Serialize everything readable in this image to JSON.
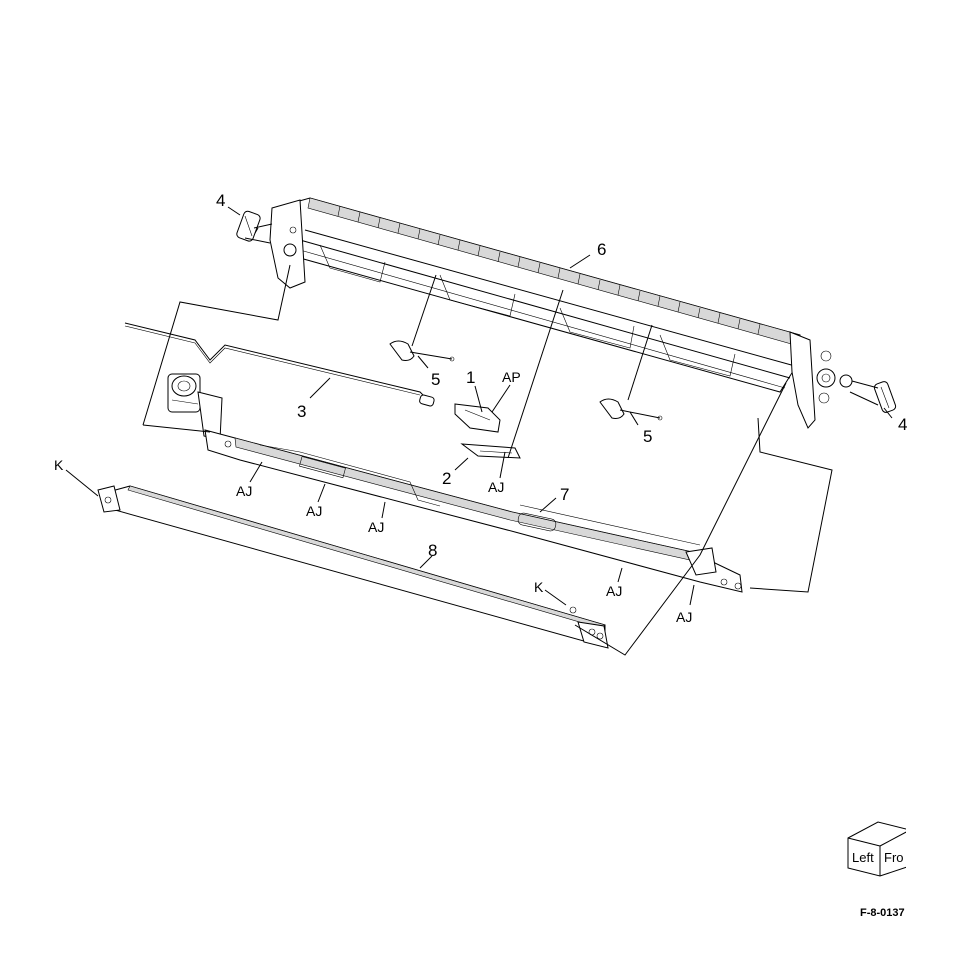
{
  "figure": {
    "id": "F-8-0137",
    "orientation": {
      "left": "Left",
      "front": "Fro"
    }
  },
  "callouts": {
    "c1": "1",
    "c2": "2",
    "c3": "3",
    "c4a": "4",
    "c4b": "4",
    "c5a": "5",
    "c5b": "5",
    "c6": "6",
    "c7": "7",
    "c8": "8"
  },
  "codes": {
    "k1": "K",
    "k2": "K",
    "ap": "AP",
    "aj1": "AJ",
    "aj2": "AJ",
    "aj3": "AJ",
    "aj4": "AJ",
    "aj5": "AJ",
    "aj6": "AJ"
  }
}
